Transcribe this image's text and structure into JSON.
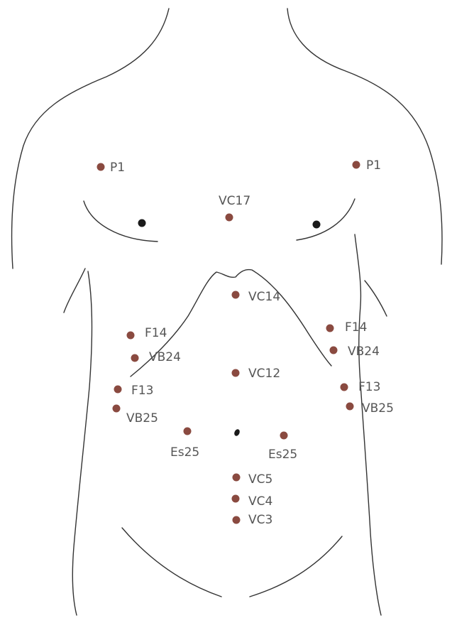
{
  "colors": {
    "point": "#8a4a40",
    "outline": "#333333",
    "label": "#555555"
  },
  "points": [
    {
      "id": "p1-right",
      "label": "P1"
    },
    {
      "id": "p1-left",
      "label": "P1"
    },
    {
      "id": "vc17",
      "label": "VC17"
    },
    {
      "id": "vc14",
      "label": "VC14"
    },
    {
      "id": "f14-right",
      "label": "F14"
    },
    {
      "id": "f14-left",
      "label": "F14"
    },
    {
      "id": "vb24-right",
      "label": "VB24"
    },
    {
      "id": "vb24-left",
      "label": "VB24"
    },
    {
      "id": "vc12",
      "label": "VC12"
    },
    {
      "id": "f13-right",
      "label": "F13"
    },
    {
      "id": "f13-left",
      "label": "F13"
    },
    {
      "id": "vb25-right",
      "label": "VB25"
    },
    {
      "id": "vb25-left",
      "label": "VB25"
    },
    {
      "id": "es25-right",
      "label": "Es25"
    },
    {
      "id": "es25-left",
      "label": "Es25"
    },
    {
      "id": "vc5",
      "label": "VC5"
    },
    {
      "id": "vc4",
      "label": "VC4"
    },
    {
      "id": "vc3",
      "label": "VC3"
    }
  ]
}
